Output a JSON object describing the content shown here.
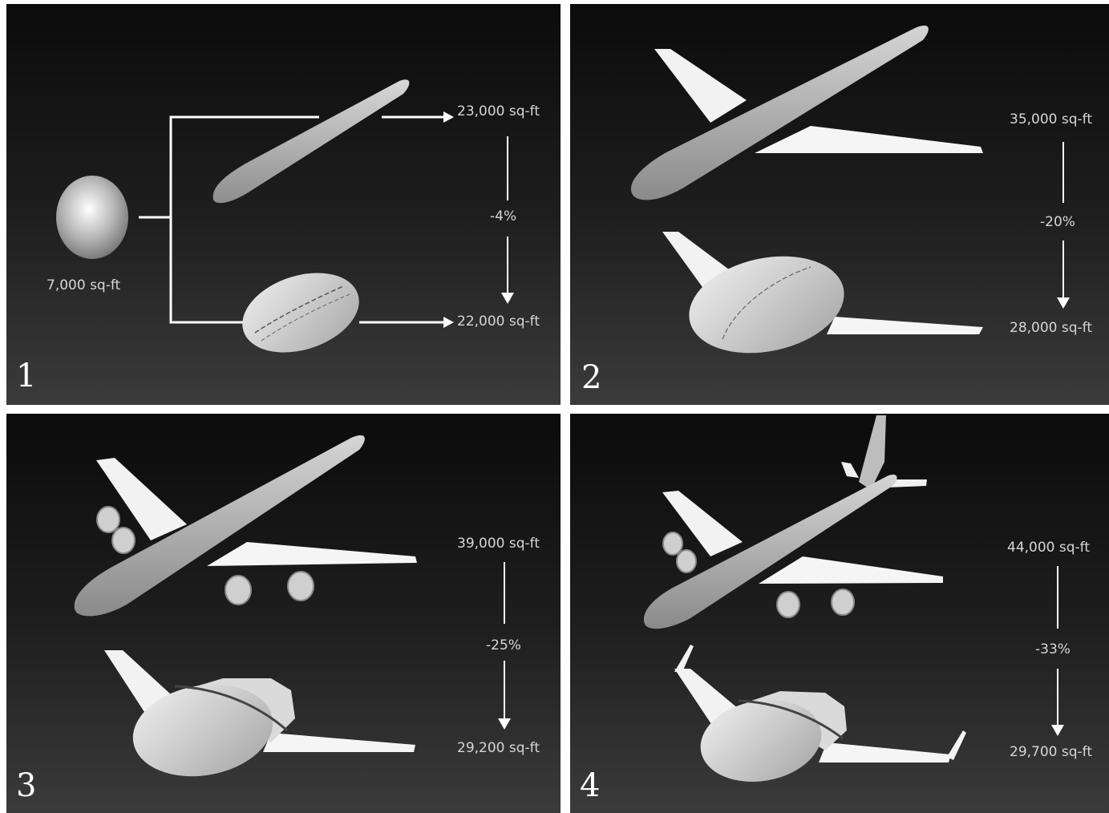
{
  "panels": [
    {
      "number": "1",
      "source_area": "7,000 sq-ft",
      "top_area": "23,000 sq-ft",
      "change": "-4%",
      "bottom_area": "22,000 sq-ft"
    },
    {
      "number": "2",
      "top_area": "35,000 sq-ft",
      "change": "-20%",
      "bottom_area": "28,000 sq-ft"
    },
    {
      "number": "3",
      "top_area": "39,000 sq-ft",
      "change": "-25%",
      "bottom_area": "29,200 sq-ft"
    },
    {
      "number": "4",
      "top_area": "44,000 sq-ft",
      "change": "-33%",
      "bottom_area": "29,700 sq-ft"
    }
  ]
}
